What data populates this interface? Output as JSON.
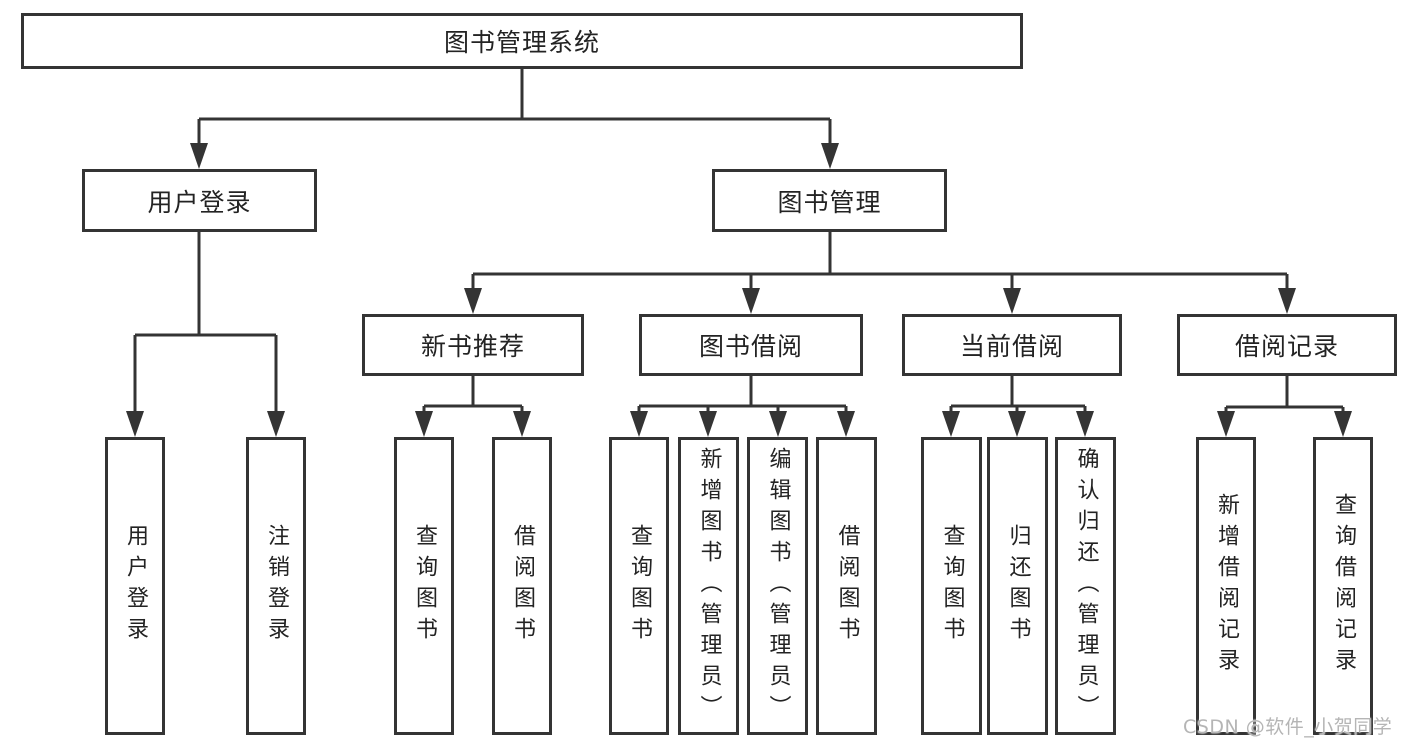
{
  "diagram": {
    "title": "图书管理系统",
    "root": {
      "label": "图书管理系统"
    },
    "level2": [
      {
        "label": "用户登录"
      },
      {
        "label": "图书管理"
      }
    ],
    "level3": [
      {
        "label": "新书推荐"
      },
      {
        "label": "图书借阅"
      },
      {
        "label": "当前借阅"
      },
      {
        "label": "借阅记录"
      }
    ],
    "leaves": [
      {
        "label": "用户登录",
        "parent": "用户登录"
      },
      {
        "label": "注销登录",
        "parent": "用户登录"
      },
      {
        "label": "查询图书",
        "parent": "新书推荐"
      },
      {
        "label": "借阅图书",
        "parent": "新书推荐"
      },
      {
        "label": "查询图书",
        "parent": "图书借阅"
      },
      {
        "label": "新增图书（管理员）",
        "parent": "图书借阅"
      },
      {
        "label": "编辑图书（管理员）",
        "parent": "图书借阅"
      },
      {
        "label": "借阅图书",
        "parent": "图书借阅"
      },
      {
        "label": "查询图书",
        "parent": "当前借阅"
      },
      {
        "label": "归还图书",
        "parent": "当前借阅"
      },
      {
        "label": "确认归还（管理员）",
        "parent": "当前借阅"
      },
      {
        "label": "新增借阅记录",
        "parent": "借阅记录"
      },
      {
        "label": "查询借阅记录",
        "parent": "借阅记录"
      }
    ]
  },
  "watermark": {
    "text": "CSDN @软件_小贺同学",
    "color": "#b5b5b5"
  },
  "colors": {
    "line": "#343434",
    "box_border": "#343434",
    "text": "#232323",
    "background": "#ffffff"
  }
}
